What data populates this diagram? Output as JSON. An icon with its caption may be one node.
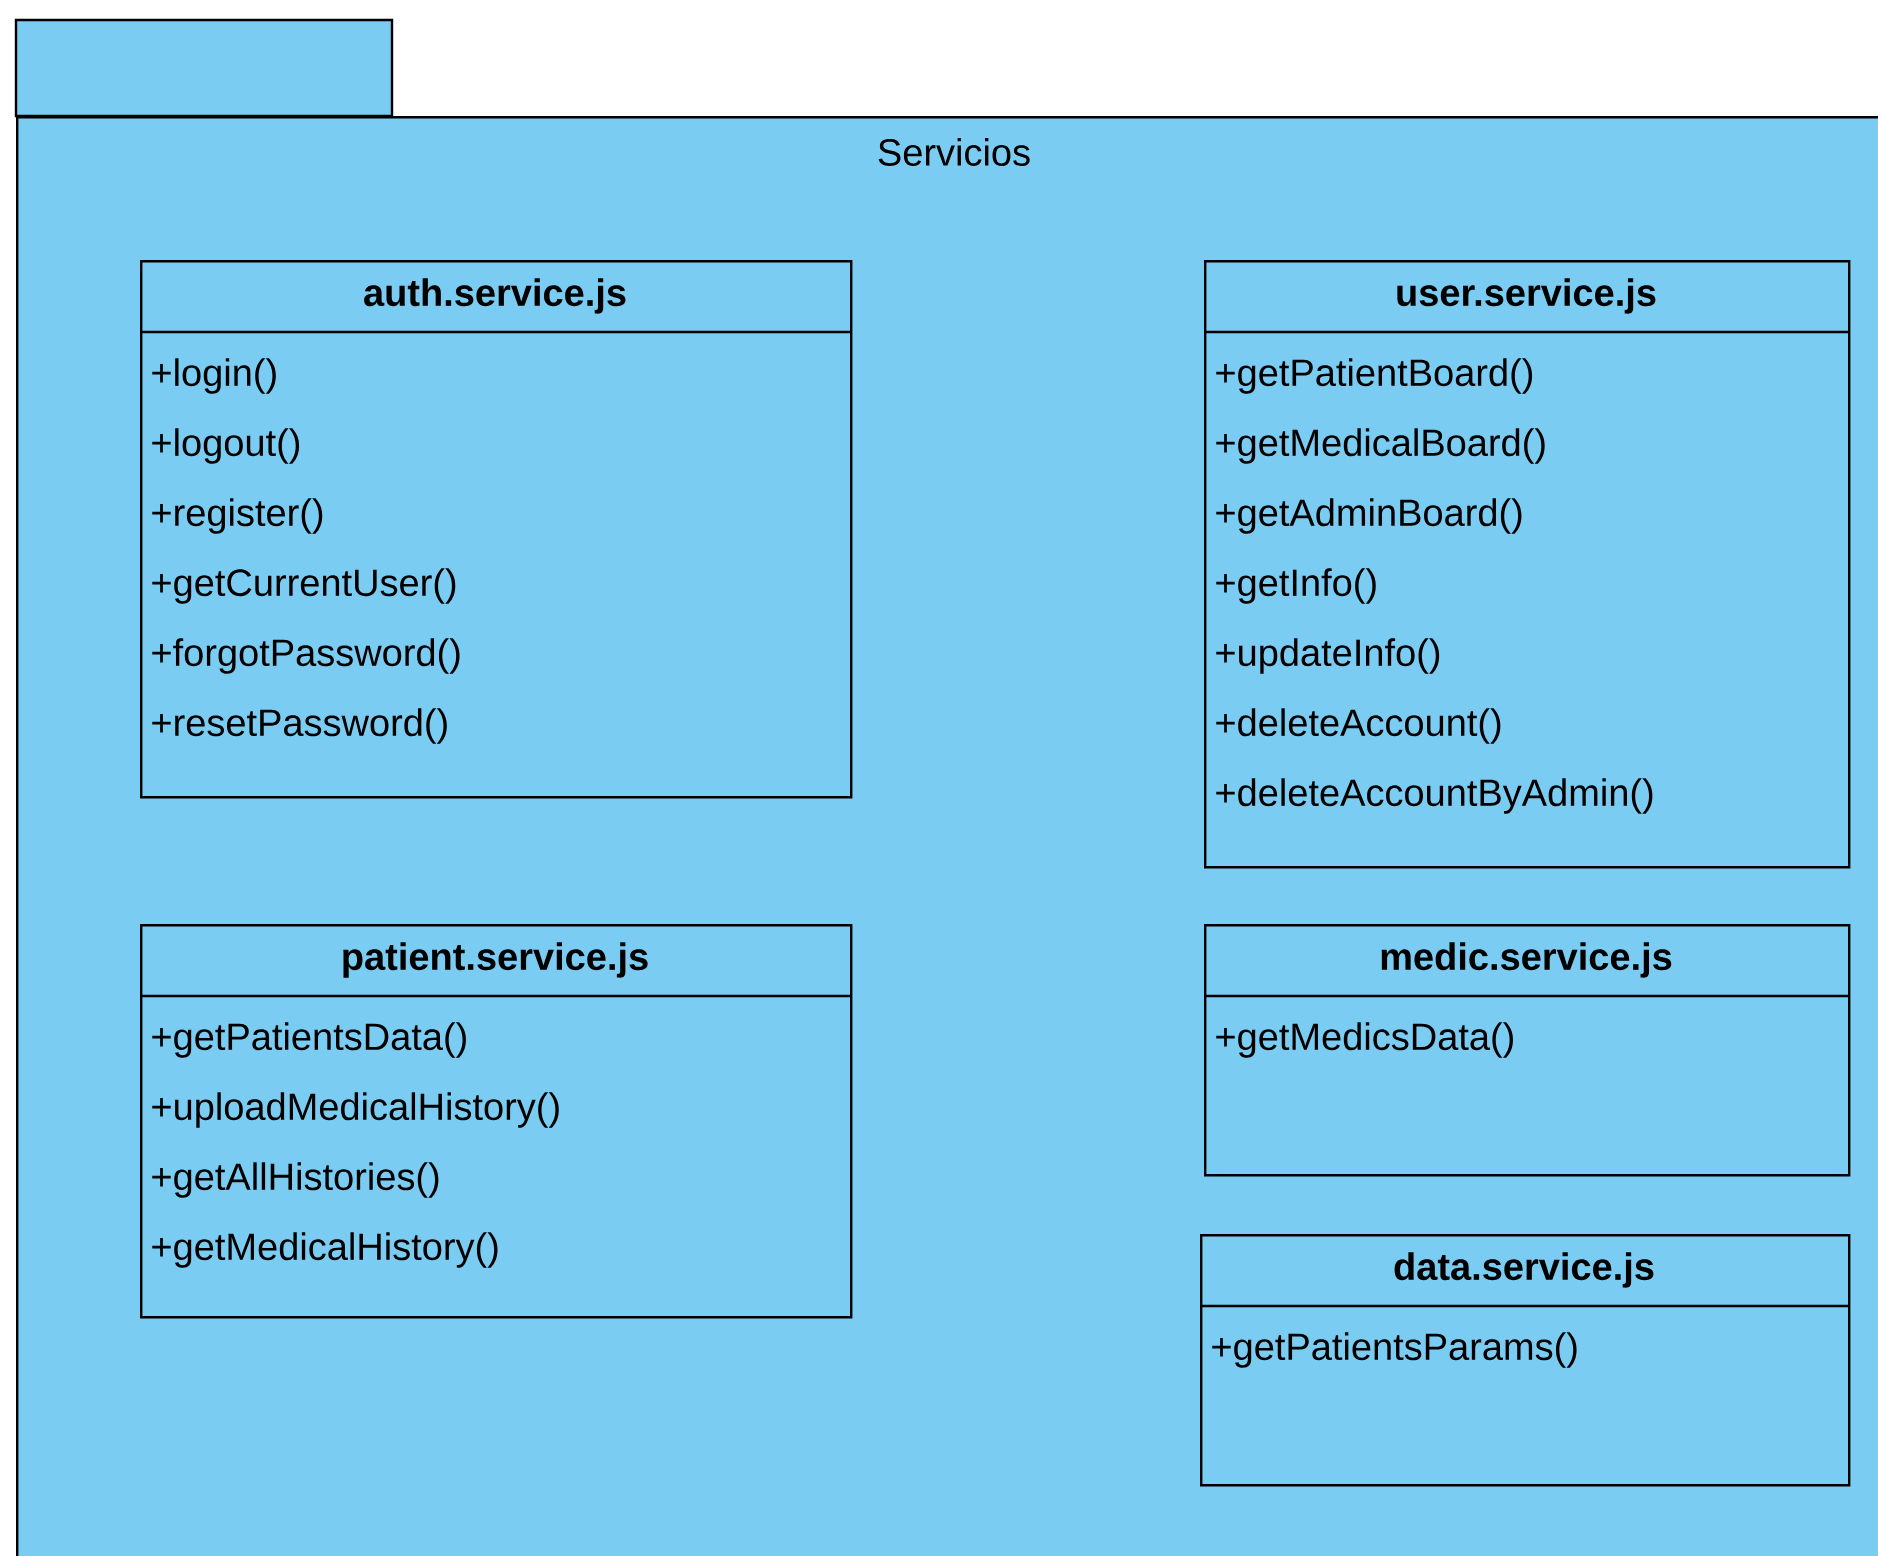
{
  "diagram": {
    "nodes": [
      {
        "text": [
          "Servicios"
        ]
      },
      {
        "text": [
          "auth.service.js",
          "+login()",
          "+logout()",
          "+register()",
          "+getCurrentUser()",
          "+forgotPassword()",
          "+resetPassword()"
        ],
        "in": 0
      },
      {
        "text": [
          "user.service.js",
          "+getPatientBoard()",
          "+getMedicalBoard()",
          "+getAdminBoard()",
          "+getInfo()",
          "+updateInfo()",
          "+deleteAccount()",
          "+deleteAccountByAdmin()"
        ],
        "in": 0
      },
      {
        "text": [
          "patient.service.js",
          "+getPatientsData()",
          "+uploadMedicalHistory()",
          "+getAllHistories()",
          "+getMedicalHistory()"
        ],
        "in": 0
      },
      {
        "text": [
          "medic.service.js",
          "+getMedicsData()"
        ],
        "in": 0
      },
      {
        "text": [
          "data.service.js",
          "+getPatientsParams()"
        ],
        "in": 0
      }
    ]
  }
}
